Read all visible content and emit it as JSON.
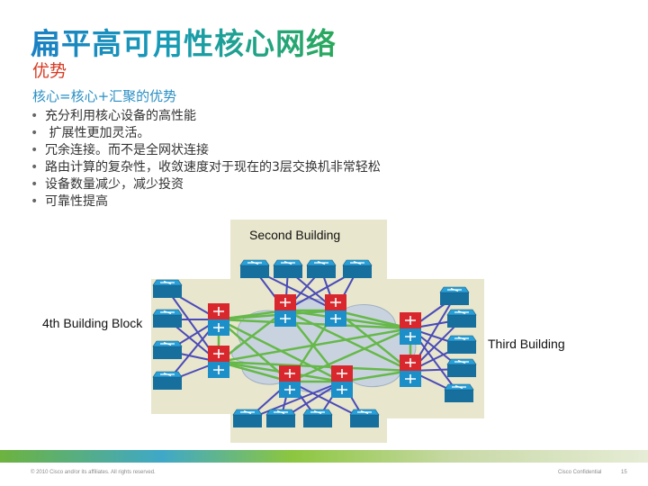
{
  "slide": {
    "title": "扁平高可用性核心网络",
    "subtitle": "优势",
    "heading": "核心=核心+汇聚的优势",
    "bullets": [
      "充分利用核心设备的高性能",
      " 扩展性更加灵活。",
      "冗余连接。而不是全网状连接",
      "路由计算的复杂性，收敛速度对于现在的3层交换机非常轻松",
      "设备数量减少，减少投资",
      "可靠性提高"
    ],
    "bullet_symbol": "•"
  },
  "diagram": {
    "labels": {
      "second_building": "Second Building",
      "fourth_building": "4th Building Block",
      "third_building": "Third Building"
    },
    "colors": {
      "building_bg": "#e8e6cc",
      "cloud": "#c9d3df",
      "blue_link": "#4a4ab8",
      "green_link": "#66b84a",
      "switch_blue": "#2aa0d8",
      "core_red": "#d8282e"
    },
    "icons": [
      "access-switch-icon",
      "core-switch-icon",
      "network-cloud-icon"
    ]
  },
  "footer": {
    "copyright": "© 2010 Cisco and/or its affiliates. All rights reserved.",
    "confidential": "Cisco Confidential",
    "page": "15"
  }
}
